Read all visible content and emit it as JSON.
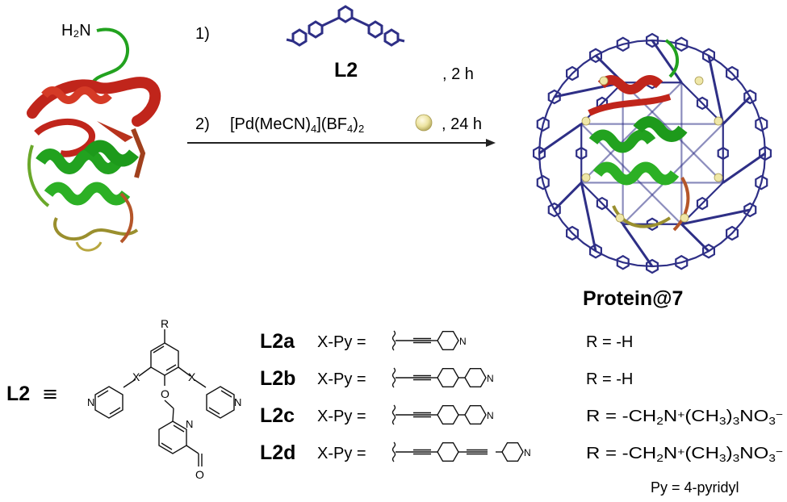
{
  "reaction": {
    "amine": "H₂N",
    "step1_number": "1)",
    "step1_reagent": "L2",
    "step1_time": ", 2 h",
    "step2_number": "2)",
    "step2_reagent_a": "[Pd(MeCN)",
    "step2_reagent_sub1": "4",
    "step2_reagent_b": "](BF",
    "step2_reagent_sub2": "4",
    "step2_reagent_c": ")",
    "step2_reagent_sub3": "2",
    "step2_time": ", 24 h",
    "product_label": "Protein@7"
  },
  "structure": {
    "ligand_label": "L2",
    "equiv_sign": "≡",
    "substituent_R": "R",
    "substituent_X_left": "X",
    "substituent_X_right": "X",
    "atom_N_left": "N",
    "atom_N_right": "N",
    "atom_N_pyridine": "N",
    "atom_O_ether": "O",
    "atom_O_aldehyde": "O"
  },
  "ligands": [
    {
      "name": "L2a",
      "xpy": "X-Py =",
      "r_text": "R = -H",
      "n": "N"
    },
    {
      "name": "L2b",
      "xpy": "X-Py =",
      "r_text": "R = -H",
      "n": "N"
    },
    {
      "name": "L2c",
      "xpy": "X-Py =",
      "r_pre": "R = -CH",
      "r_s1": "2",
      "r_mid1": "N",
      "r_sup1": "+",
      "r_mid2": "(CH",
      "r_s2": "3",
      "r_mid3": ")",
      "r_s3": "3",
      "r_mid4": "NO",
      "r_s4": "3",
      "r_sup2": "−",
      "n": "N"
    },
    {
      "name": "L2d",
      "xpy": "X-Py =",
      "r_pre": "R = -CH",
      "r_s1": "2",
      "r_mid1": "N",
      "r_sup1": "+",
      "r_mid2": "(CH",
      "r_s2": "3",
      "r_mid3": ")",
      "r_s3": "3",
      "r_mid4": "NO",
      "r_s4": "3",
      "r_sup2": "−",
      "n": "N"
    }
  ],
  "footnote": "Py = 4-pyridyl",
  "colors": {
    "cage": "#2e2f86",
    "helix_red": "#c0251b",
    "helix_green": "#22a21f",
    "loop_olive": "#9a8f2e",
    "pd_sphere": "#efe7a8",
    "ink": "#111111"
  }
}
